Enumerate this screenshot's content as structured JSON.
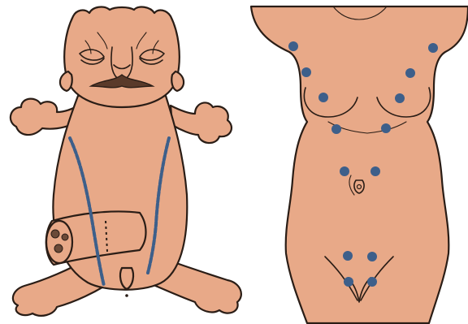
{
  "figure": {
    "panels": [
      {
        "id": "left",
        "subject": "pig-neonate-ventral-view"
      },
      {
        "id": "right",
        "subject": "human-female-torso-ventral-view"
      }
    ],
    "colors": {
      "skin": "#e8a988",
      "outline": "#2a1d16",
      "nipple": "#3d5f8a",
      "background": "#ffffff"
    }
  }
}
